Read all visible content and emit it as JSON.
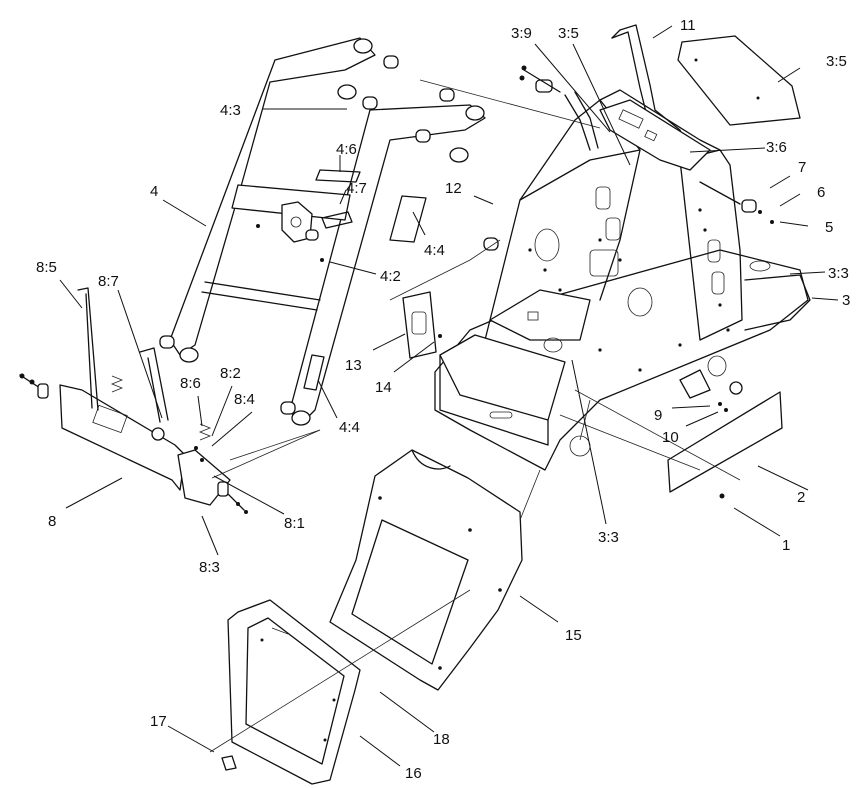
{
  "diagram": {
    "callouts": [
      {
        "id": "c-11",
        "label": "11"
      },
      {
        "id": "c-3-9",
        "label": "3:9"
      },
      {
        "id": "c-3-5a",
        "label": "3:5"
      },
      {
        "id": "c-3-5b",
        "label": "3:5"
      },
      {
        "id": "c-3-6",
        "label": "3:6"
      },
      {
        "id": "c-7",
        "label": "7"
      },
      {
        "id": "c-6",
        "label": "6"
      },
      {
        "id": "c-5",
        "label": "5"
      },
      {
        "id": "c-3-3a",
        "label": "3:3"
      },
      {
        "id": "c-3",
        "label": "3"
      },
      {
        "id": "c-4-3",
        "label": "4:3"
      },
      {
        "id": "c-4-6",
        "label": "4:6"
      },
      {
        "id": "c-4-7",
        "label": "4:7"
      },
      {
        "id": "c-4",
        "label": "4"
      },
      {
        "id": "c-12",
        "label": "12"
      },
      {
        "id": "c-4-4a",
        "label": "4:4"
      },
      {
        "id": "c-4-2",
        "label": "4:2"
      },
      {
        "id": "c-8-5",
        "label": "8:5"
      },
      {
        "id": "c-8-7",
        "label": "8:7"
      },
      {
        "id": "c-13",
        "label": "13"
      },
      {
        "id": "c-14",
        "label": "14"
      },
      {
        "id": "c-8-6",
        "label": "8:6"
      },
      {
        "id": "c-8-2",
        "label": "8:2"
      },
      {
        "id": "c-8-4",
        "label": "8:4"
      },
      {
        "id": "c-4-4b",
        "label": "4:4"
      },
      {
        "id": "c-9",
        "label": "9"
      },
      {
        "id": "c-10",
        "label": "10"
      },
      {
        "id": "c-8",
        "label": "8"
      },
      {
        "id": "c-8-1",
        "label": "8:1"
      },
      {
        "id": "c-2",
        "label": "2"
      },
      {
        "id": "c-3-3b",
        "label": "3:3"
      },
      {
        "id": "c-1",
        "label": "1"
      },
      {
        "id": "c-8-3",
        "label": "8:3"
      },
      {
        "id": "c-15",
        "label": "15"
      },
      {
        "id": "c-18",
        "label": "18"
      },
      {
        "id": "c-17",
        "label": "17"
      },
      {
        "id": "c-16",
        "label": "16"
      }
    ]
  }
}
